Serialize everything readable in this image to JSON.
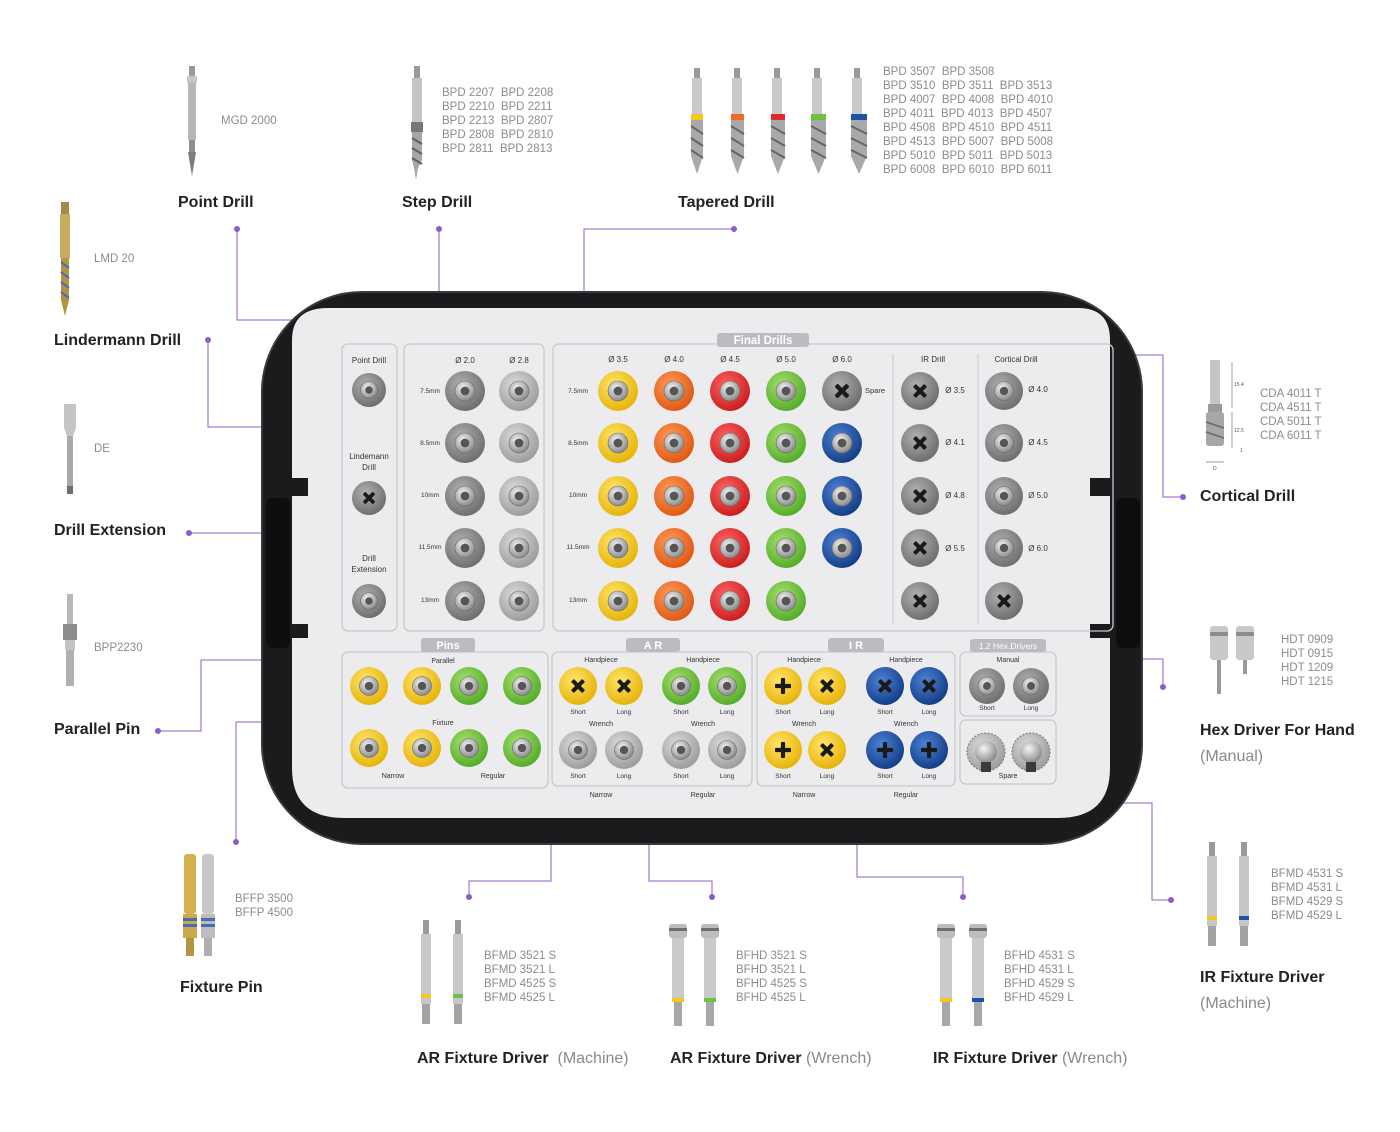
{
  "colors": {
    "connector": "#8c5ec7",
    "tray_frame": "#1b1b1e",
    "tray_panel": "#ededf0",
    "yellow": "#f5c81c",
    "orange": "#ef6a23",
    "red": "#e02a2a",
    "green": "#6cc33c",
    "blue": "#1c53a8",
    "gray": "#8e8e90",
    "lightgray": "#b8b8ba"
  },
  "tools": {
    "point_drill": {
      "name": "Point Drill",
      "codes": [
        "MGD 2000"
      ]
    },
    "step_drill": {
      "name": "Step Drill",
      "codes": [
        "BPD 2207  BPD 2208",
        "BPD 2210  BPD 2211",
        "BPD 2213  BPD 2807",
        "BPD 2808  BPD 2810",
        "BPD 2811  BPD 2813"
      ]
    },
    "tapered_drill": {
      "name": "Tapered Drill",
      "codes": [
        "BPD 3507  BPD 3508",
        "BPD 3510  BPD 3511  BPD 3513",
        "BPD 4007  BPD 4008  BPD 4010",
        "BPD 4011  BPD 4013  BPD 4507",
        "BPD 4508  BPD 4510  BPD 4511",
        "BPD 4513  BPD 5007  BPD 5008",
        "BPD 5010  BPD 5011  BPD 5013",
        "BPD 6008  BPD 6010  BPD 6011"
      ]
    },
    "lindermann_drill": {
      "name": "Lindermann Drill",
      "codes": [
        "LMD 20"
      ]
    },
    "drill_extension": {
      "name": "Drill Extension",
      "codes": [
        "DE"
      ]
    },
    "parallel_pin": {
      "name": "Parallel Pin",
      "codes": [
        "BPP2230"
      ]
    },
    "fixture_pin": {
      "name": "Fixture Pin",
      "codes": [
        "BFFP 3500",
        "BFFP 4500"
      ]
    },
    "cortical_drill": {
      "name": "Cortical Drill",
      "codes": [
        "CDA 4011 T",
        "CDA 4511 T",
        "CDA 5011 T",
        "CDA 6011 T"
      ],
      "dims": [
        "15.4",
        "12.5",
        "1",
        "D"
      ]
    },
    "hex_driver_hand": {
      "name": "Hex Driver For Hand",
      "sub": "(Manual)",
      "codes": [
        "HDT 0909",
        "HDT 0915",
        "HDT 1209",
        "HDT 1215"
      ]
    },
    "ir_fixture_driver_machine": {
      "name": "IR Fixture Driver",
      "sub": "(Machine)",
      "codes": [
        "BFMD 4531 S",
        "BFMD 4531 L",
        "BFMD 4529 S",
        "BFMD 4529 L"
      ]
    },
    "ar_fixture_driver_machine": {
      "name": "AR Fixture Driver",
      "sub": "(Machine)",
      "codes": [
        "BFMD 3521 S",
        "BFMD 3521 L",
        "BFMD 4525 S",
        "BFMD 4525 L"
      ]
    },
    "ar_fixture_driver_wrench": {
      "name": "AR Fixture Driver",
      "sub": "(Wrench)",
      "codes": [
        "BFHD 3521 S",
        "BFHD 3521 L",
        "BFHD 4525 S",
        "BFHD 4525 L"
      ]
    },
    "ir_fixture_driver_wrench": {
      "name": "IR Fixture Driver",
      "sub": "(Wrench)",
      "codes": [
        "BFHD 4531 S",
        "BFHD 4531 L",
        "BFHD 4529 S",
        "BFHD 4529 L"
      ]
    }
  },
  "tray": {
    "final_drills_title": "Final Drills",
    "point_drill_title": "Point Drill",
    "lindemann_title": [
      "Lindemann",
      "Drill"
    ],
    "drill_ext_title": [
      "Drill",
      "Extension"
    ],
    "step_cols": [
      "Ø 2.0",
      "Ø 2.8"
    ],
    "final_cols": [
      "Ø 3.5",
      "Ø 4.0",
      "Ø 4.5",
      "Ø 5.0",
      "Ø 6.0"
    ],
    "rows": [
      "7.5mm",
      "8.5mm",
      "10mm",
      "11.5mm",
      "13mm"
    ],
    "spare": "Spare",
    "ir_drill_title": "IR Drill",
    "ir_drill_labels": [
      "Ø 3.5",
      "Ø 4.1",
      "Ø 4.8",
      "Ø 5.5"
    ],
    "cortical_title": "Cortical Drill",
    "cortical_labels": [
      "Ø 4.0",
      "Ø 4.5",
      "Ø 5.0",
      "Ø 6.0"
    ],
    "pins_title": "Pins",
    "pins_parallel": "Parallel",
    "pins_fixture": "Fixture",
    "narrow": "Narrow",
    "regular": "Regular",
    "ar_title": "A R",
    "ir_title": "I R",
    "handpiece": "Handpiece",
    "wrench": "Wrench",
    "short": "Short",
    "long": "Long",
    "hex_title": "1.2 Hex.Drivers",
    "manual": "Manual"
  }
}
